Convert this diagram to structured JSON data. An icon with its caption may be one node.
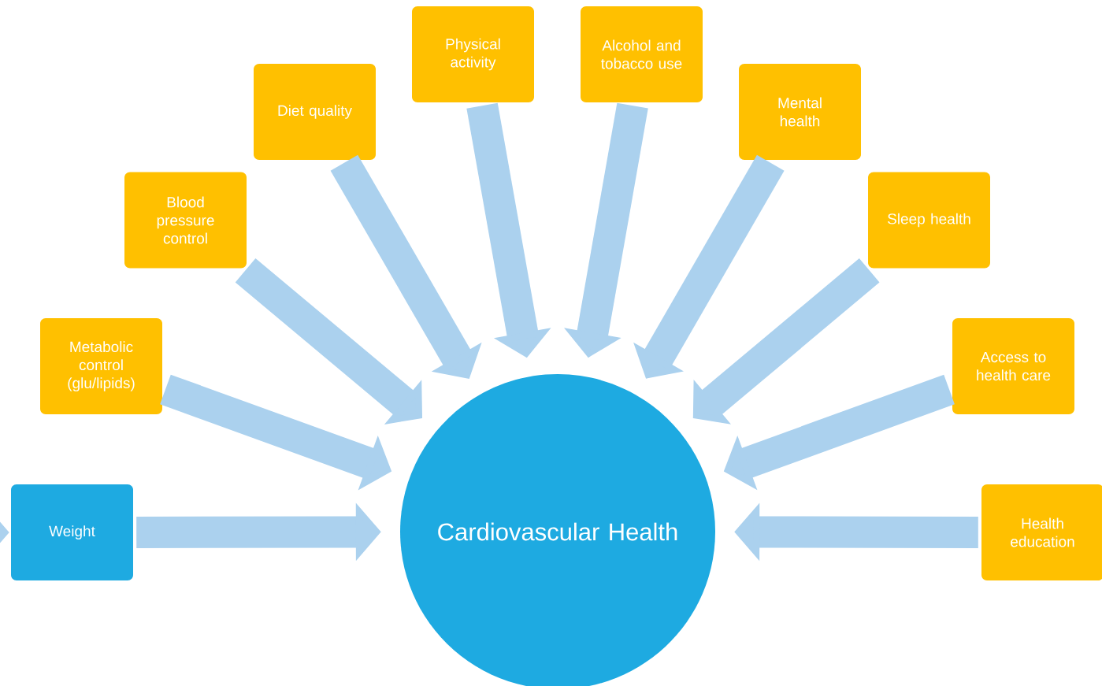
{
  "diagram": {
    "nodes": [
      {
        "text": [
          "Weight"
        ]
      },
      {
        "text": [
          "Metabolic control (glu/lipids)"
        ]
      },
      {
        "text": [
          "Blood pressure control"
        ]
      },
      {
        "text": [
          "Diet quality"
        ]
      },
      {
        "text": [
          "Physical activity"
        ]
      },
      {
        "text": [
          "Alcohol and tobacco use"
        ]
      },
      {
        "text": [
          "Mental health"
        ]
      },
      {
        "text": [
          "Sleep health"
        ]
      },
      {
        "text": [
          "Access to health care"
        ]
      },
      {
        "text": [
          "Health education"
        ]
      },
      {
        "text": [
          "Cardiovascular Health"
        ]
      }
    ],
    "edges": [
      {
        "from": null,
        "to": 0,
        "arrow": "to"
      },
      {
        "from": 0,
        "to": 10,
        "arrow": "to"
      },
      {
        "from": 1,
        "to": 10,
        "arrow": "to"
      },
      {
        "from": 2,
        "to": 10,
        "arrow": "to"
      },
      {
        "from": 3,
        "to": 10,
        "arrow": "to"
      },
      {
        "from": 4,
        "to": 10,
        "arrow": "to"
      },
      {
        "from": 5,
        "to": 10,
        "arrow": "to"
      },
      {
        "from": 6,
        "to": 10,
        "arrow": "to"
      },
      {
        "from": 7,
        "to": 10,
        "arrow": "to"
      },
      {
        "from": 8,
        "to": 10,
        "arrow": "to"
      },
      {
        "from": 9,
        "to": 10,
        "arrow": "to"
      }
    ]
  }
}
